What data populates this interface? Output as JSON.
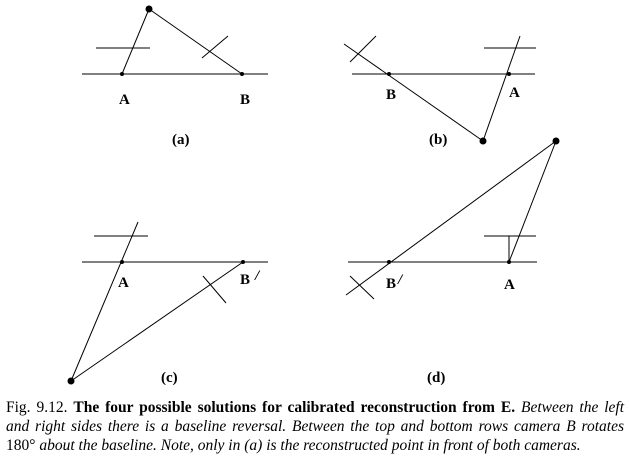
{
  "panels": {
    "a": {
      "label": "(a)",
      "cam1": "A",
      "cam2": "B"
    },
    "b": {
      "label": "(b)",
      "cam1": "A",
      "cam2": "B"
    },
    "c": {
      "label": "(c)",
      "cam1": "A",
      "cam2": "B",
      "cam2_prime": "/"
    },
    "d": {
      "label": "(d)",
      "cam1": "A",
      "cam2": "B",
      "cam2_prime": "/"
    }
  },
  "caption": {
    "prefix": "Fig. 9.12.",
    "title": "The four possible solutions for calibrated reconstruction from",
    "title_symbol": "E.",
    "body_1": "Between the left and right sides there is a baseline reversal. Between the top and bottom rows camera B rotates",
    "angle": "180°",
    "body_2": "about the baseline. Note, only in (a) is the reconstructed point in front of both cameras."
  }
}
